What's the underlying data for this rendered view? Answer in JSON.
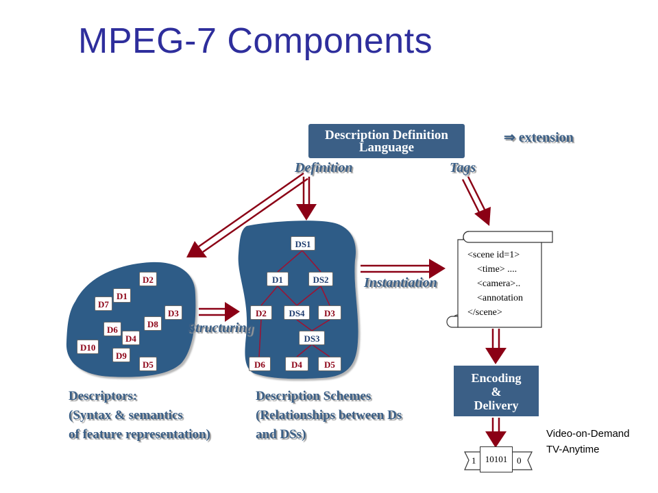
{
  "slide": {
    "title": "MPEG-7 Components"
  },
  "ddl": {
    "line1": "Description Definition",
    "line2": "Language",
    "extension": "⇒  extension"
  },
  "labels": {
    "definition": "Definition",
    "tags": "Tags",
    "instantiation": "Instantiation",
    "structuring": "Structuring"
  },
  "descriptors": {
    "nodes": [
      "D2",
      "D1",
      "D7",
      "D3",
      "D8",
      "D6",
      "D4",
      "D10",
      "D9",
      "D5"
    ],
    "caption": [
      "Descriptors:",
      "(Syntax & semantics",
      "of feature representation)"
    ]
  },
  "schemes": {
    "nodes": [
      "DS1",
      "D1",
      "DS2",
      "D2",
      "DS4",
      "D3",
      "DS3",
      "D6",
      "D4",
      "D5"
    ],
    "caption": [
      "Description Schemes",
      "(Relationships between Ds",
      "and DSs)"
    ]
  },
  "xml_scroll": {
    "lines": [
      "<scene id=1>",
      "    <time> ....",
      "    <camera>..",
      "    <annotation",
      "</scene>"
    ]
  },
  "encoding": {
    "line1": "Encoding",
    "line2": "&",
    "line3": "Delivery"
  },
  "bitstream": {
    "left": "1",
    "center": "10101",
    "right": "0"
  },
  "applications": {
    "line1": "Video-on-Demand",
    "line2": "TV-Anytime"
  },
  "colors": {
    "title": "#2e2e9c",
    "blob": "#2f5c87",
    "arrow": "#8b0015",
    "node_text": "#8b0015"
  }
}
